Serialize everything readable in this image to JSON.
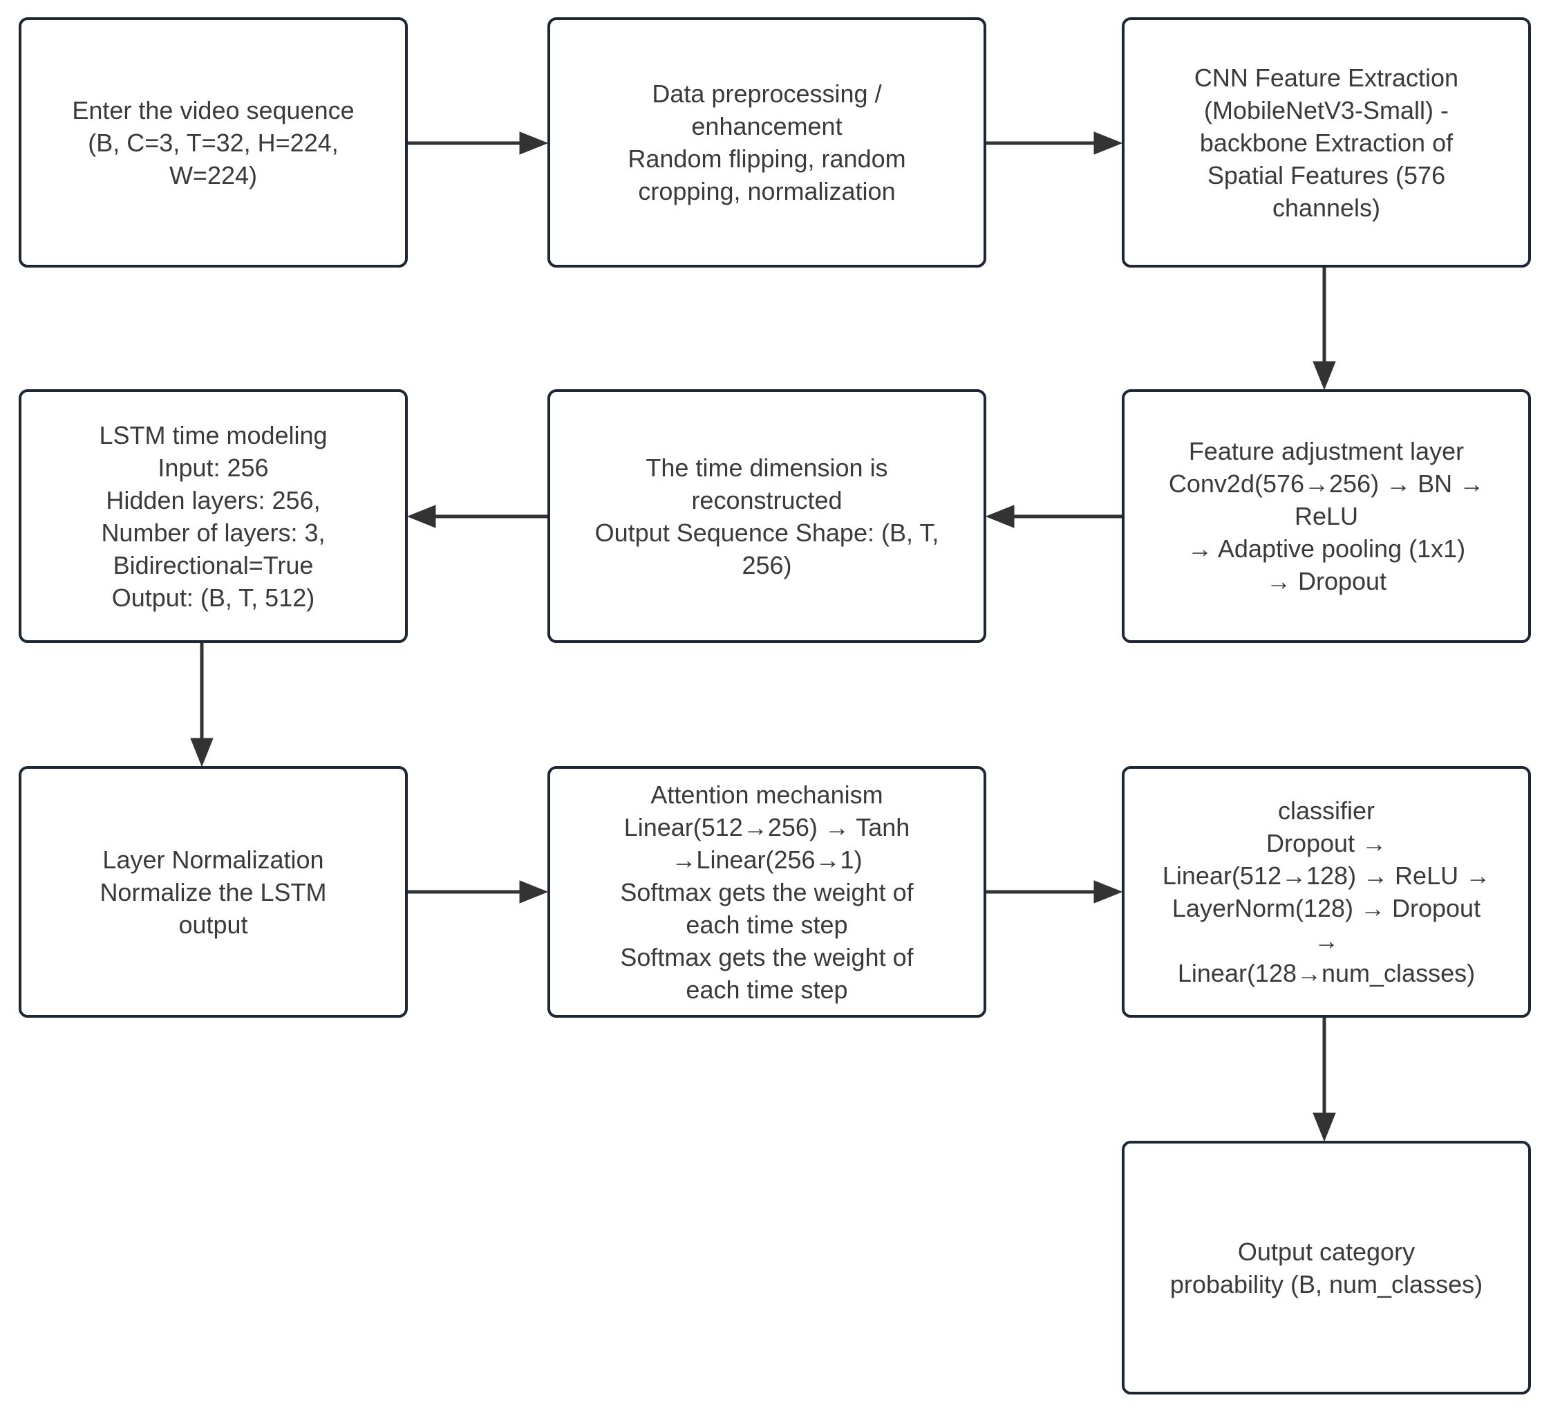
{
  "diagram_type": "flowchart",
  "colors": {
    "background": "#ffffff",
    "node_fill": "#ffffff",
    "node_border": "#1c2733",
    "arrow": "#333333",
    "text": "#3a3a3a"
  },
  "nodes": {
    "input": {
      "text": "Enter the video sequence\n(B, C=3, T=32, H=224,\nW=224)"
    },
    "preprocess": {
      "text": "Data preprocessing /\nenhancement\nRandom flipping, random\ncropping, normalization"
    },
    "cnn": {
      "text": "CNN Feature Extraction\n(MobileNetV3-Small) -\nbackbone Extraction of\nSpatial Features (576\nchannels)"
    },
    "feature_adjust": {
      "text": "Feature adjustment layer\nConv2d(576→256) → BN →\nReLU\n→ Adaptive pooling (1x1)\n→ Dropout"
    },
    "time_reconstruct": {
      "text": "The time dimension is\nreconstructed\nOutput Sequence Shape: (B, T,\n256)"
    },
    "lstm": {
      "text": "LSTM time modeling\nInput: 256\nHidden layers: 256,\nNumber of layers: 3,\nBidirectional=True\nOutput: (B, T, 512)"
    },
    "layernorm": {
      "text": "Layer Normalization\nNormalize the LSTM\noutput"
    },
    "attention": {
      "text": "Attention mechanism\nLinear(512→256) → Tanh\n→Linear(256→1)\nSoftmax gets the weight of\neach time step\nSoftmax gets the weight of\neach time step"
    },
    "classifier": {
      "text": "classifier\nDropout →\nLinear(512→128) → ReLU →\nLayerNorm(128) → Dropout\n→\nLinear(128→num_classes)"
    },
    "output": {
      "text": "Output category\nprobability (B, num_classes)"
    }
  },
  "edges": [
    {
      "from": "input",
      "to": "preprocess"
    },
    {
      "from": "preprocess",
      "to": "cnn"
    },
    {
      "from": "cnn",
      "to": "feature_adjust"
    },
    {
      "from": "feature_adjust",
      "to": "time_reconstruct"
    },
    {
      "from": "time_reconstruct",
      "to": "lstm"
    },
    {
      "from": "lstm",
      "to": "layernorm"
    },
    {
      "from": "layernorm",
      "to": "attention"
    },
    {
      "from": "attention",
      "to": "classifier"
    },
    {
      "from": "classifier",
      "to": "output"
    }
  ]
}
